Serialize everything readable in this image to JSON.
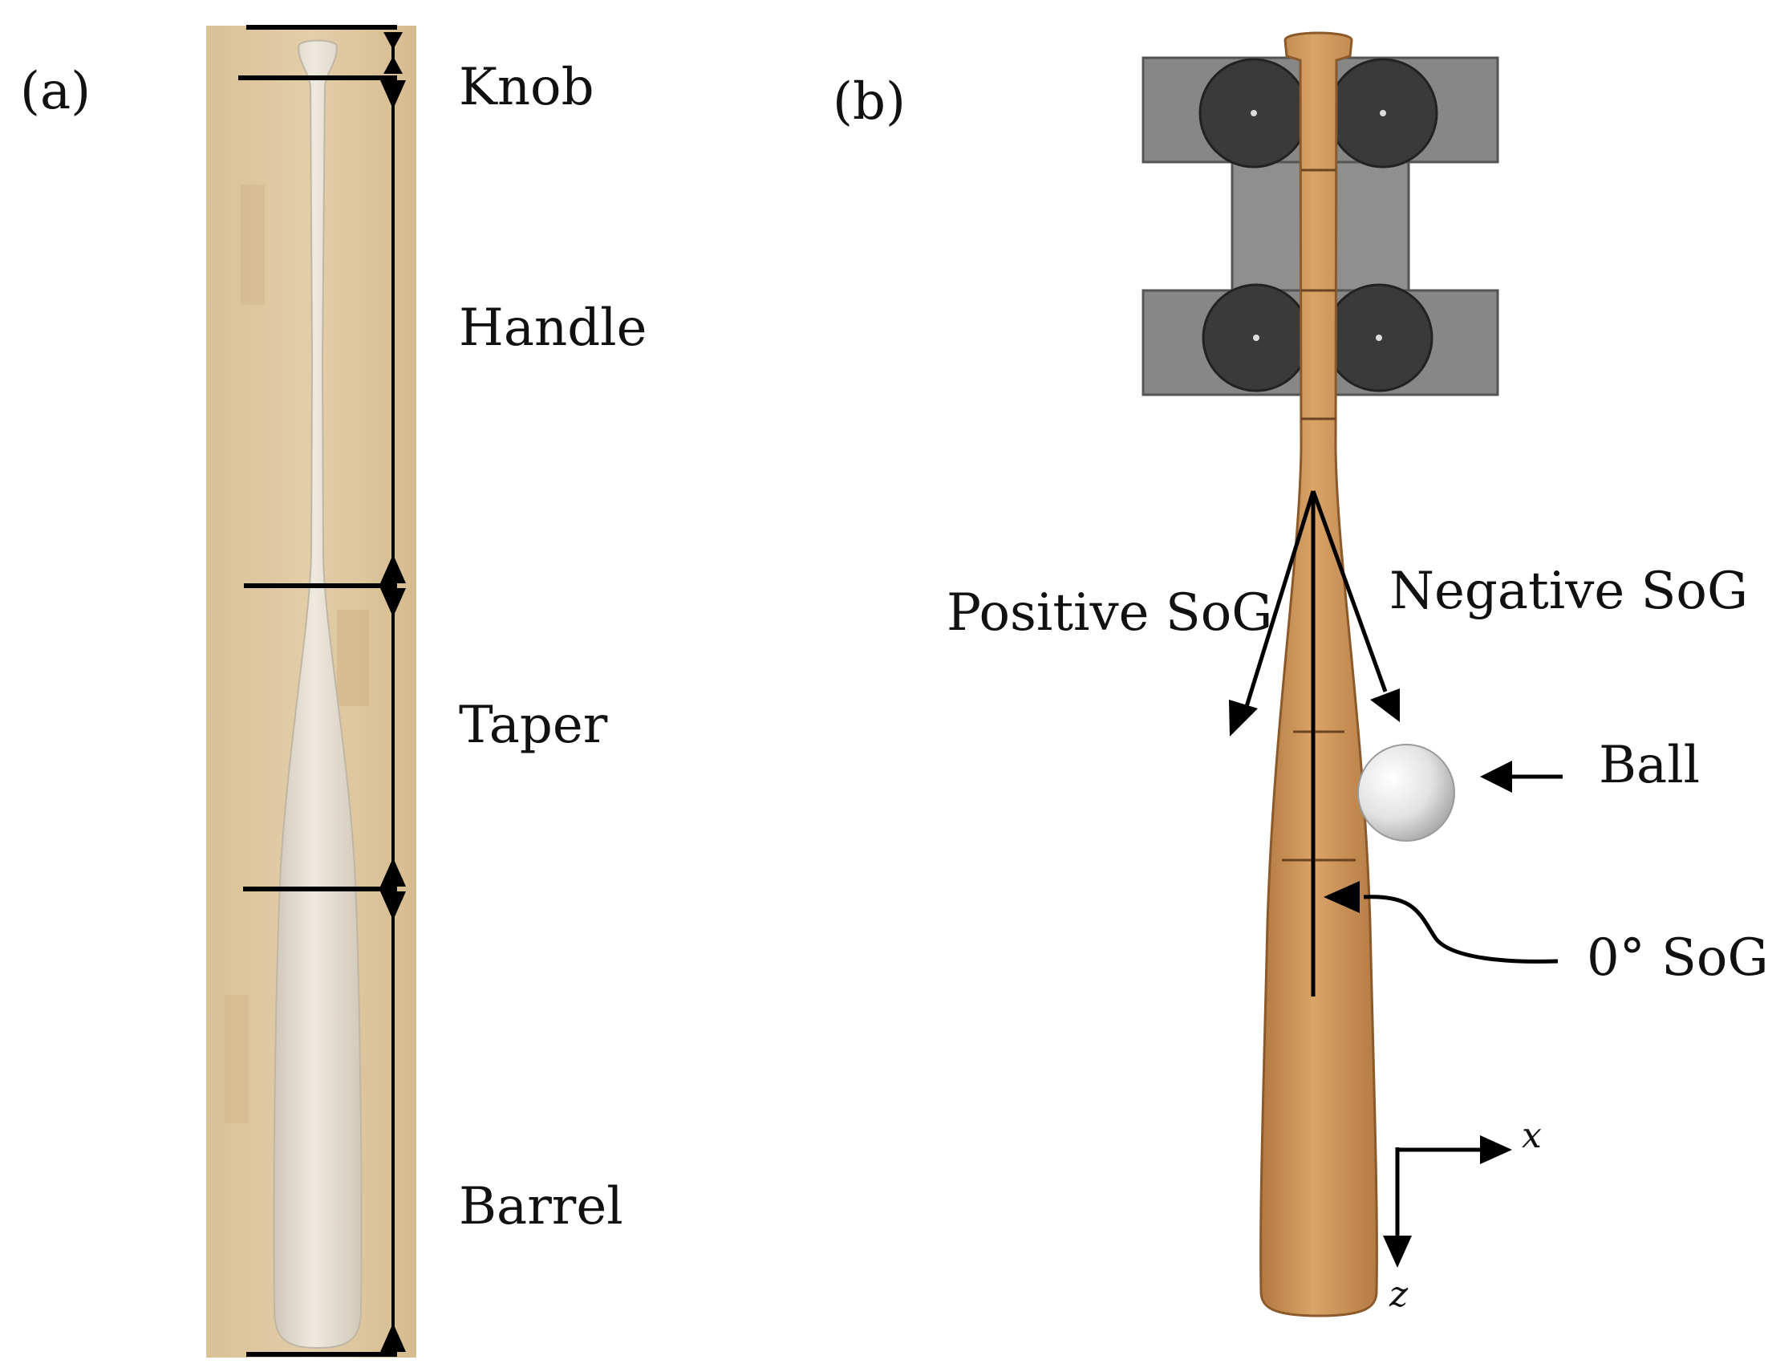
{
  "panel_a": {
    "label": "(a)",
    "sections": {
      "knob": "Knob",
      "handle": "Handle",
      "taper": "Taper",
      "barrel": "Barrel"
    }
  },
  "panel_b": {
    "label": "(b)",
    "annotations": {
      "positive_sog": "Positive SoG",
      "negative_sog": "Negative SoG",
      "ball": "Ball",
      "zero_sog": "0° SoG"
    },
    "axes": {
      "x": "x",
      "z": "z"
    }
  },
  "colors": {
    "wood_background": "#dcc49b",
    "bat_light": "#e4ddd0",
    "bat_model": "#c8925a",
    "clamp": "#8a8a8a",
    "roller": "#3d3d3d"
  }
}
